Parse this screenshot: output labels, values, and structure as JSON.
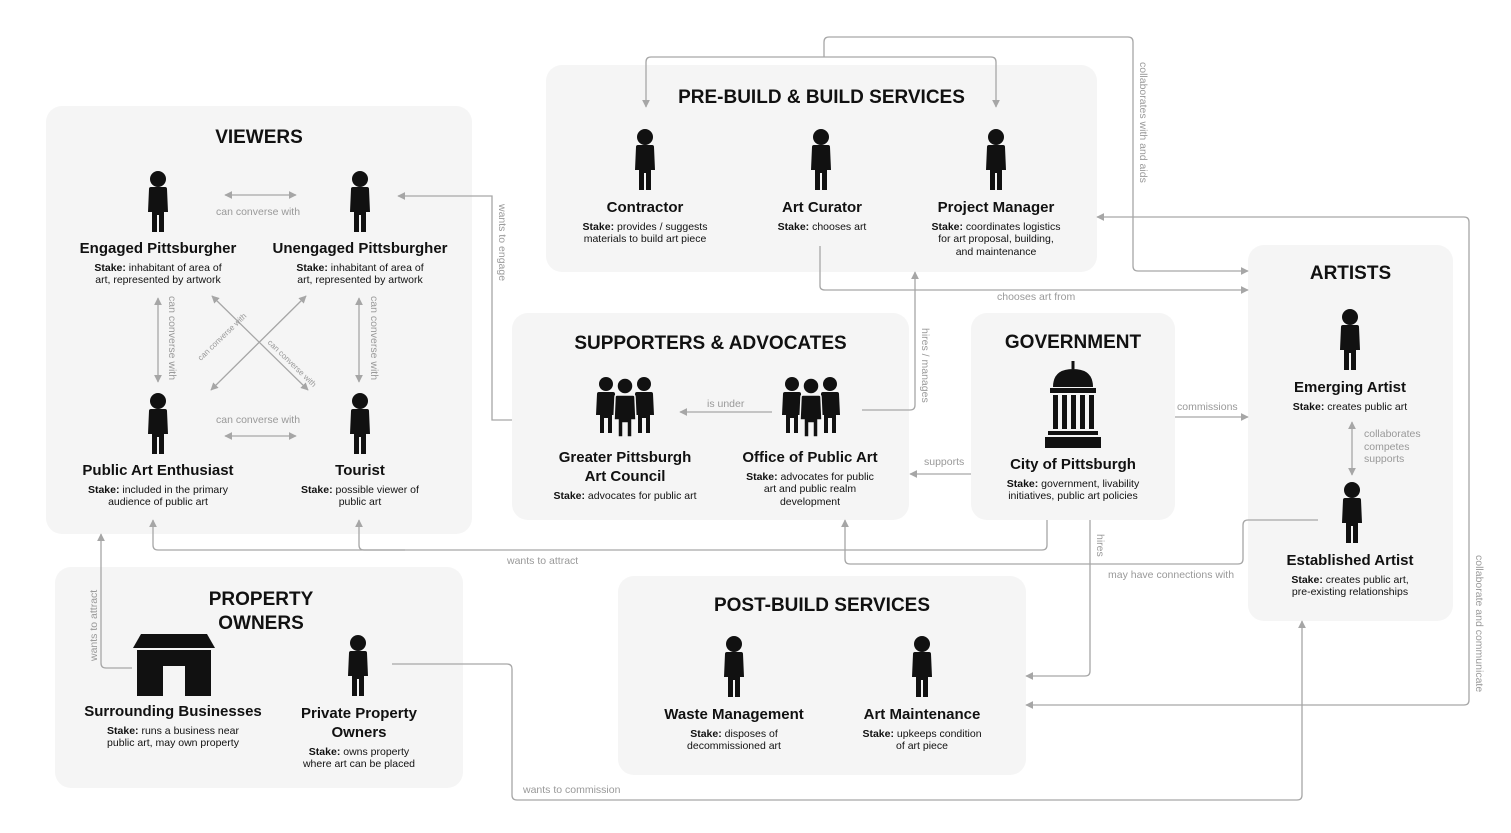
{
  "groups": {
    "viewers": "VIEWERS",
    "prebuild": "PRE-BUILD & BUILD SERVICES",
    "supporters": "SUPPORTERS & ADVOCATES",
    "government": "GOVERNMENT",
    "artists": "ARTISTS",
    "property_line1": "PROPERTY",
    "property_line2": "OWNERS",
    "postbuild": "POST-BUILD SERVICES"
  },
  "stake_prefix": "Stake:",
  "actors": {
    "engaged": {
      "name": "Engaged Pittsburgher",
      "stake1": " inhabitant of area of",
      "stake2": "art, represented by artwork"
    },
    "unengaged": {
      "name": "Unengaged Pittsburgher",
      "stake1": " inhabitant of area of",
      "stake2": "art, represented by artwork"
    },
    "enthusiast": {
      "name": "Public Art Enthusiast",
      "stake1": " included in the primary",
      "stake2": "audience of public art"
    },
    "tourist": {
      "name": "Tourist",
      "stake1": " possible viewer of",
      "stake2": "public art"
    },
    "contractor": {
      "name": "Contractor",
      "stake1": " provides / suggests",
      "stake2": "materials to build art piece"
    },
    "curator": {
      "name": "Art Curator",
      "stake1": " chooses art"
    },
    "pm": {
      "name": "Project Manager",
      "stake1": " coordinates logistics",
      "stake2": "for art proposal, building,",
      "stake3": "and maintenance"
    },
    "gpac": {
      "name1": "Greater Pittsburgh",
      "name2": "Art Council",
      "stake1": " advocates for public art"
    },
    "opa": {
      "name": "Office of Public Art",
      "stake1": " advocates for public",
      "stake2": "art and public realm",
      "stake3": "development"
    },
    "city": {
      "name": "City of Pittsburgh",
      "stake1": " government, livability",
      "stake2": "initiatives, public art policies"
    },
    "emerging": {
      "name": "Emerging Artist",
      "stake1": " creates public art"
    },
    "established": {
      "name": "Established Artist",
      "stake1": " creates public art,",
      "stake2": "pre-existing relationships"
    },
    "businesses": {
      "name": "Surrounding Businesses",
      "stake1": " runs a business near",
      "stake2": "public art, may own property"
    },
    "private": {
      "name1": "Private Property",
      "name2": "Owners",
      "stake1": " owns property",
      "stake2": "where art can be placed"
    },
    "waste": {
      "name": "Waste Management",
      "stake1": " disposes of",
      "stake2": "decommissioned art"
    },
    "maintenance": {
      "name": "Art Maintenance",
      "stake1": " upkeeps condition",
      "stake2": "of art piece"
    }
  },
  "edges": {
    "converse_top": "can converse with",
    "converse_bottom": "can converse with",
    "converse_left": "can converse with",
    "converse_right": "can converse with",
    "converse_diag1": "can converse with",
    "converse_diag2": "can converse with",
    "wants_engage": "wants to engage",
    "collaborates_aids": "collaborates with and aids",
    "chooses_from": "chooses art from",
    "hires_manages": "hires / manages",
    "is_under": "is under",
    "supports": "supports",
    "commissions": "commissions",
    "artist_rel1": "collaborates",
    "artist_rel2": "competes",
    "artist_rel3": "supports",
    "hires": "hires",
    "wants_attract_bottom": "wants to attract",
    "may_have": "may have connections with",
    "collab_communicate": "collaborate and communicate",
    "wants_attract_left": "wants to attract",
    "wants_commission": "wants to commission"
  },
  "colors": {
    "panel": "#f5f5f5",
    "edge": "#a6a6a6",
    "label": "#999999",
    "icon": "#111111"
  }
}
